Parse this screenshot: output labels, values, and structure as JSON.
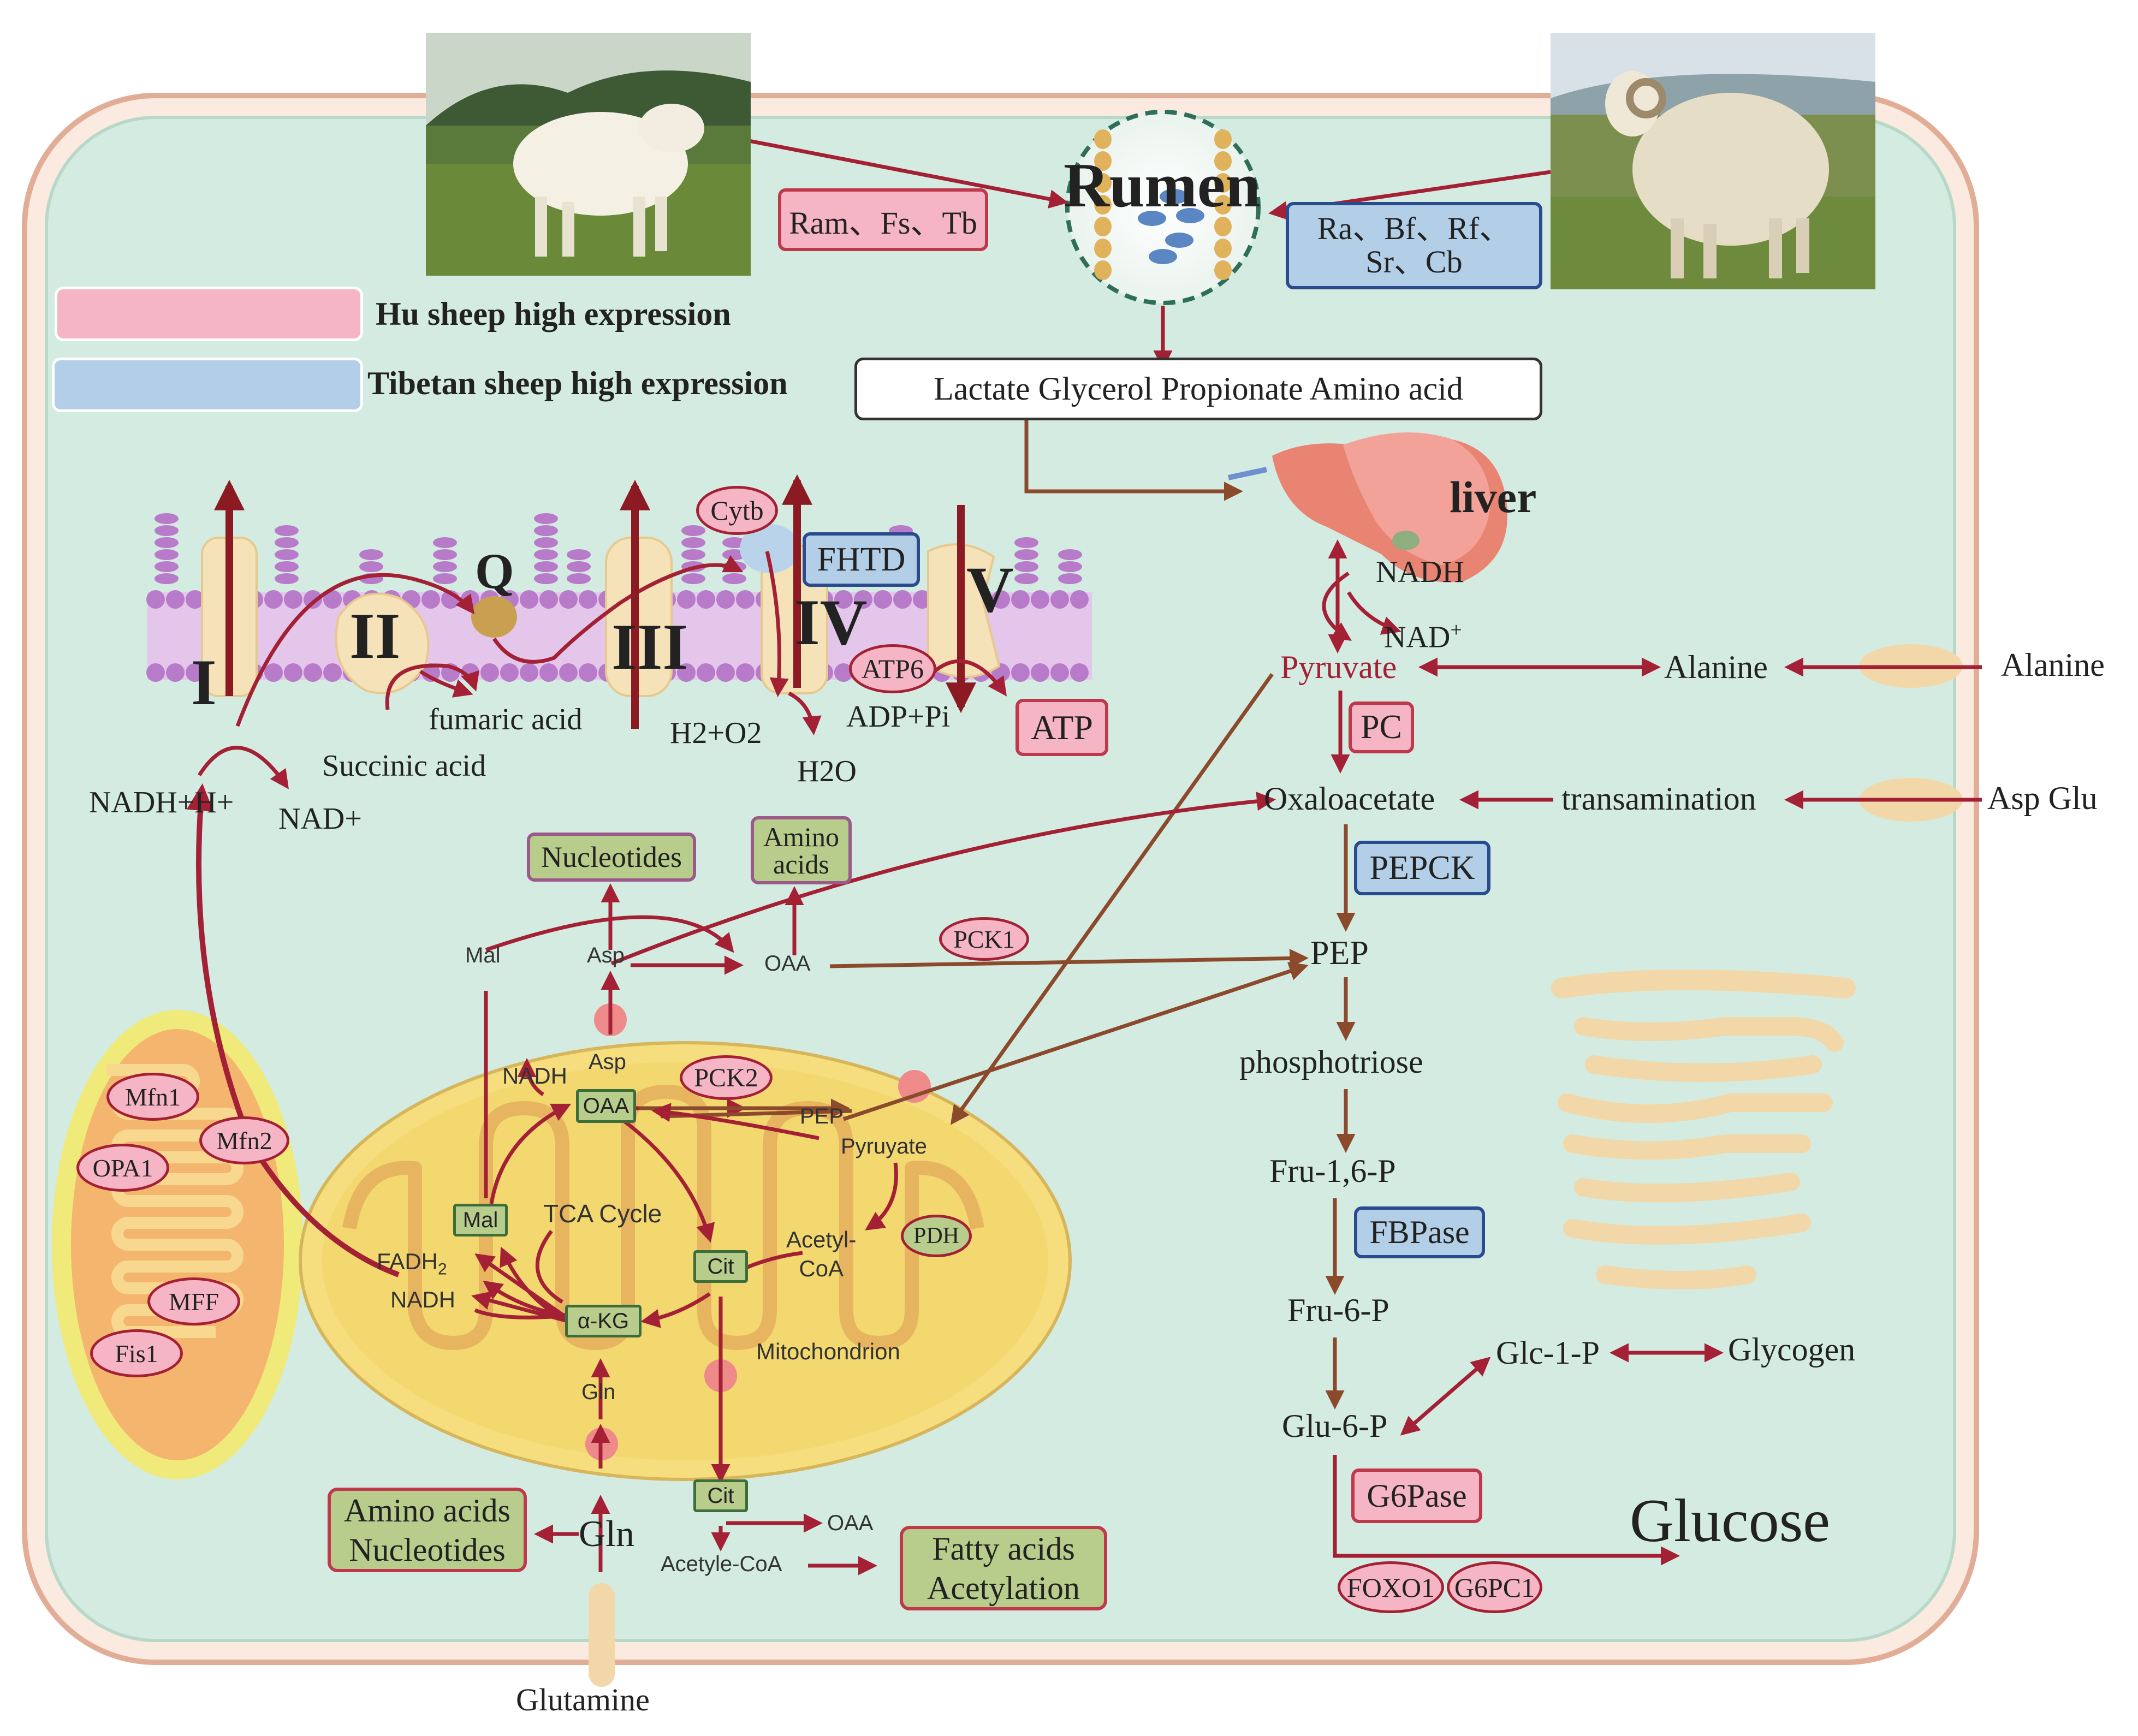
{
  "colors": {
    "cell_fill": "#d3ebe1",
    "cell_border": "#e7b9a3",
    "arrow_red": "#a32035",
    "arrow_brown": "#8b4a2b",
    "hu_pink": "#f5b5c4",
    "tibetan_blue": "#b3cfe8",
    "mito_fill": "#f2d27a",
    "membrane": "#c9a3d6"
  },
  "legend": {
    "hu": "Hu sheep high expression",
    "tibetan": "Tibetan sheep high expression"
  },
  "rumen": {
    "title": "Rumen",
    "hu_bacteria": "Ram、Fs、Tb",
    "tibetan_bacteria_line1": "Ra、Bf、Rf、",
    "tibetan_bacteria_line2": "Sr、Cb",
    "products": "Lactate Glycerol Propionate Amino acid"
  },
  "liver": {
    "label": "liver"
  },
  "etc": {
    "complex_1": "I",
    "complex_2": "II",
    "complex_3": "III",
    "complex_4": "IV",
    "complex_5": "V",
    "q": "Q",
    "cytb": "Cytb",
    "fhtd": "FHTD",
    "atp6": "ATP6",
    "atp": "ATP",
    "adp_pi": "ADP+Pi",
    "h2_o2": "H2+O2",
    "h2o": "H2O",
    "fumaric": "fumaric acid",
    "succinic": "Succinic acid",
    "nadh_h": "NADH+H+",
    "nad_plus": "NAD+"
  },
  "gluconeogenesis": {
    "nadh": "NADH",
    "nad": "NAD",
    "nad_sup": "+",
    "pyruvate": "Pyruvate",
    "alanine": "Alanine",
    "alanine_ext": "Alanine",
    "pc": "PC",
    "oxaloacetate": "Oxaloacetate",
    "transamination": "transamination",
    "asp_glu": "Asp Glu",
    "pepck": "PEPCK",
    "pep": "PEP",
    "phosphotriose": "phosphotriose",
    "fru16p": "Fru-1,6-P",
    "fbpase": "FBPase",
    "fru6p": "Fru-6-P",
    "glc1p": "Glc-1-P",
    "glycogen": "Glycogen",
    "glu6p": "Glu-6-P",
    "g6pase": "G6Pase",
    "glucose": "Glucose",
    "foxo1": "FOXO1",
    "g6pc1": "G6PC1"
  },
  "mito": {
    "nucleotides": "Nucleotides",
    "amino_acids_1": "Amino",
    "amino_acids_2": "acids",
    "mal_top": "Mal",
    "asp_top": "Asp",
    "oaa_top": "OAA",
    "pck1": "PCK1",
    "asp_in": "Asp",
    "nadh_in": "NADH",
    "oaa_box": "OAA",
    "pck2": "PCK2",
    "pep_in": "PEP",
    "pyruvate_in": "Pyruyate",
    "mal_box": "Mal",
    "tca": "TCA Cycle",
    "acetyl_coa_1": "Acetyl-",
    "acetyl_coa_2": "CoA",
    "pdh": "PDH",
    "fadh": "FADH",
    "fadh_sub": "2",
    "nadh_left": "NADH",
    "cit_in": "Cit",
    "akg": "α-KG",
    "mitochondrion": "Mitochondrion",
    "gln_in": "Gln",
    "cit_out": "Cit",
    "oaa_out": "OAA",
    "acetyl_coa_out": "Acetyle-CoA",
    "fatty_1": "Fatty acids",
    "fatty_2": "Acetylation",
    "aa_nuc_1": "Amino acids",
    "aa_nuc_2": "Nucleotides",
    "gln": "Gln",
    "glutamine": "Glutamine"
  },
  "dynamics": {
    "mfn1": "Mfn1",
    "mfn2": "Mfn2",
    "opa1": "OPA1",
    "mff": "MFF",
    "fis1": "Fis1"
  }
}
